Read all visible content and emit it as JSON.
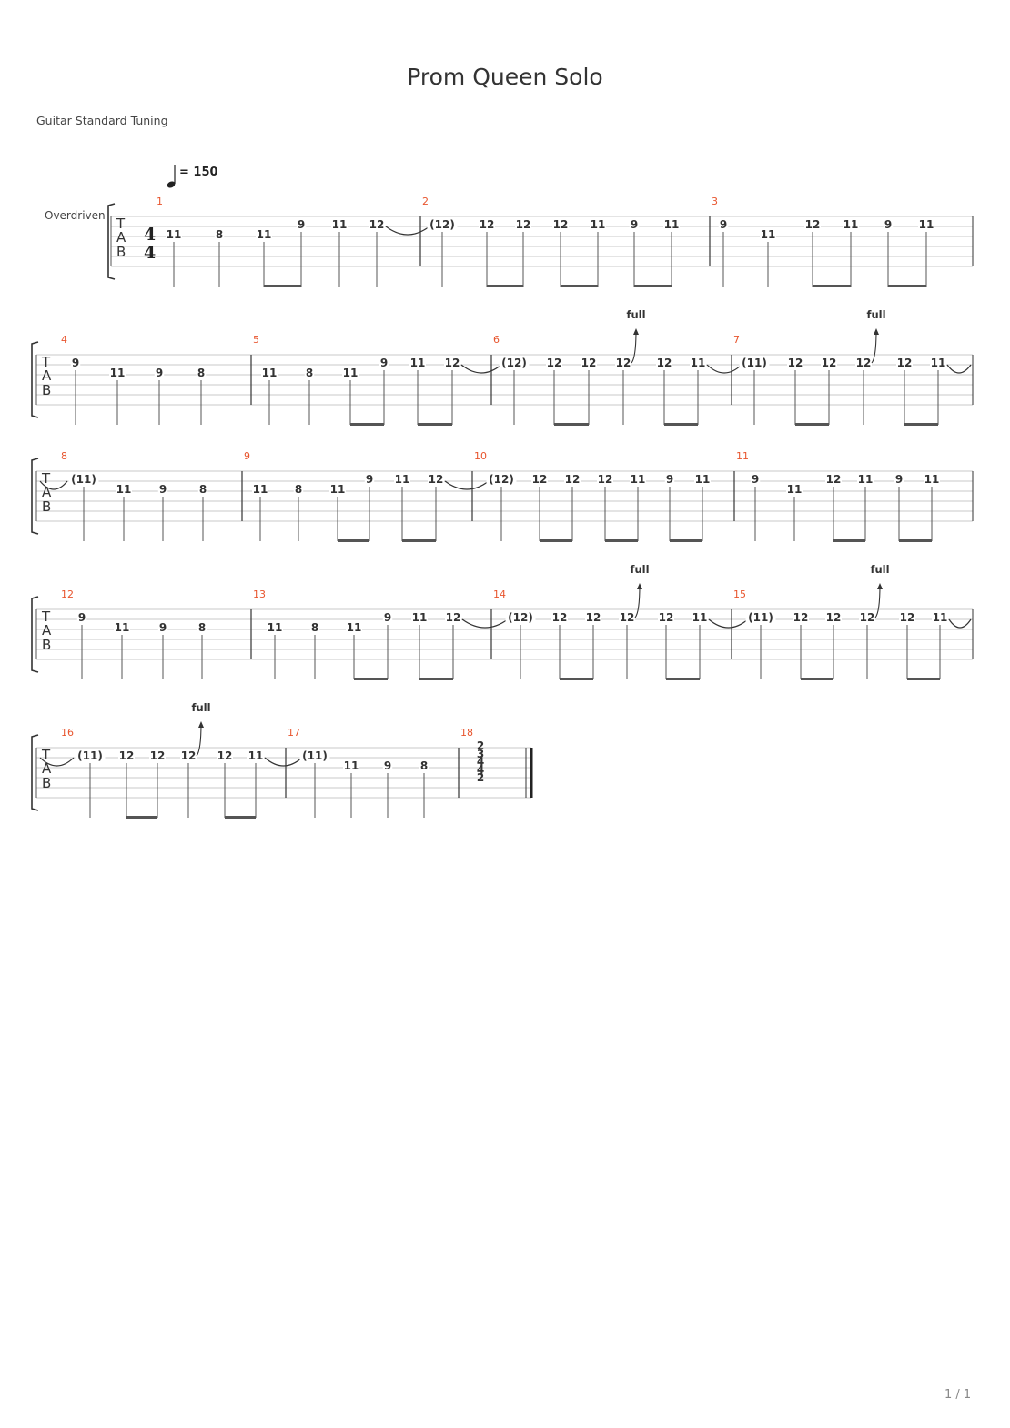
{
  "title": "Prom Queen Solo",
  "tuning": "Guitar Standard Tuning",
  "tempo_label": "= 150",
  "track_name": "Overdriven",
  "time_signature": [
    "4",
    "4"
  ],
  "tab_letters": [
    "T",
    "A",
    "B"
  ],
  "bend_label": "full",
  "page_indicator": "1 / 1",
  "accent_color": "#e8552e",
  "systems": [
    {
      "measures": [
        {
          "number": "1",
          "notes": [
            {
              "fret": "11",
              "string": 2
            },
            {
              "fret": "8",
              "string": 2
            },
            {
              "fret": "11",
              "string": 2
            },
            {
              "fret": "9",
              "string": 1
            },
            {
              "fret": "11",
              "string": 1
            },
            {
              "fret": "12",
              "string": 1,
              "tie": true
            }
          ]
        },
        {
          "number": "2",
          "notes": [
            {
              "fret": "(12)",
              "string": 1
            },
            {
              "fret": "12",
              "string": 1
            },
            {
              "fret": "12",
              "string": 1
            },
            {
              "fret": "12",
              "string": 1
            },
            {
              "fret": "11",
              "string": 1
            },
            {
              "fret": "9",
              "string": 1
            },
            {
              "fret": "11",
              "string": 1
            }
          ]
        },
        {
          "number": "3",
          "notes": [
            {
              "fret": "9",
              "string": 1
            },
            {
              "fret": "11",
              "string": 2
            },
            {
              "fret": "12",
              "string": 1
            },
            {
              "fret": "11",
              "string": 1
            },
            {
              "fret": "9",
              "string": 1
            },
            {
              "fret": "11",
              "string": 1
            }
          ]
        }
      ]
    },
    {
      "measures": [
        {
          "number": "4",
          "notes": [
            {
              "fret": "9",
              "string": 1
            },
            {
              "fret": "11",
              "string": 2
            },
            {
              "fret": "9",
              "string": 2
            },
            {
              "fret": "8",
              "string": 2
            }
          ]
        },
        {
          "number": "5",
          "notes": [
            {
              "fret": "11",
              "string": 2
            },
            {
              "fret": "8",
              "string": 2
            },
            {
              "fret": "11",
              "string": 2
            },
            {
              "fret": "9",
              "string": 1
            },
            {
              "fret": "11",
              "string": 1
            },
            {
              "fret": "12",
              "string": 1,
              "tie": true
            }
          ]
        },
        {
          "number": "6",
          "notes": [
            {
              "fret": "(12)",
              "string": 1
            },
            {
              "fret": "12",
              "string": 1
            },
            {
              "fret": "12",
              "string": 1
            },
            {
              "fret": "12",
              "string": 1,
              "bend": true
            },
            {
              "fret": "12",
              "string": 1
            },
            {
              "fret": "11",
              "string": 1,
              "tie": true
            }
          ]
        },
        {
          "number": "7",
          "notes": [
            {
              "fret": "(11)",
              "string": 1
            },
            {
              "fret": "12",
              "string": 1
            },
            {
              "fret": "12",
              "string": 1
            },
            {
              "fret": "12",
              "string": 1,
              "bend": true
            },
            {
              "fret": "12",
              "string": 1
            },
            {
              "fret": "11",
              "string": 1,
              "tie": true
            }
          ]
        }
      ]
    },
    {
      "measures": [
        {
          "number": "8",
          "notes": [
            {
              "fret": "(11)",
              "string": 1
            },
            {
              "fret": "11",
              "string": 2
            },
            {
              "fret": "9",
              "string": 2
            },
            {
              "fret": "8",
              "string": 2
            }
          ]
        },
        {
          "number": "9",
          "notes": [
            {
              "fret": "11",
              "string": 2
            },
            {
              "fret": "8",
              "string": 2
            },
            {
              "fret": "11",
              "string": 2
            },
            {
              "fret": "9",
              "string": 1
            },
            {
              "fret": "11",
              "string": 1
            },
            {
              "fret": "12",
              "string": 1,
              "tie": true
            }
          ]
        },
        {
          "number": "10",
          "notes": [
            {
              "fret": "(12)",
              "string": 1
            },
            {
              "fret": "12",
              "string": 1
            },
            {
              "fret": "12",
              "string": 1
            },
            {
              "fret": "12",
              "string": 1
            },
            {
              "fret": "11",
              "string": 1
            },
            {
              "fret": "9",
              "string": 1
            },
            {
              "fret": "11",
              "string": 1
            }
          ]
        },
        {
          "number": "11",
          "notes": [
            {
              "fret": "9",
              "string": 1
            },
            {
              "fret": "11",
              "string": 2
            },
            {
              "fret": "12",
              "string": 1
            },
            {
              "fret": "11",
              "string": 1
            },
            {
              "fret": "9",
              "string": 1
            },
            {
              "fret": "11",
              "string": 1
            }
          ]
        }
      ]
    },
    {
      "measures": [
        {
          "number": "12",
          "notes": [
            {
              "fret": "9",
              "string": 1
            },
            {
              "fret": "11",
              "string": 2
            },
            {
              "fret": "9",
              "string": 2
            },
            {
              "fret": "8",
              "string": 2
            }
          ]
        },
        {
          "number": "13",
          "notes": [
            {
              "fret": "11",
              "string": 2
            },
            {
              "fret": "8",
              "string": 2
            },
            {
              "fret": "11",
              "string": 2
            },
            {
              "fret": "9",
              "string": 1
            },
            {
              "fret": "11",
              "string": 1
            },
            {
              "fret": "12",
              "string": 1,
              "tie": true
            }
          ]
        },
        {
          "number": "14",
          "notes": [
            {
              "fret": "(12)",
              "string": 1
            },
            {
              "fret": "12",
              "string": 1
            },
            {
              "fret": "12",
              "string": 1
            },
            {
              "fret": "12",
              "string": 1,
              "bend": true
            },
            {
              "fret": "12",
              "string": 1
            },
            {
              "fret": "11",
              "string": 1,
              "tie": true
            }
          ]
        },
        {
          "number": "15",
          "notes": [
            {
              "fret": "(11)",
              "string": 1
            },
            {
              "fret": "12",
              "string": 1
            },
            {
              "fret": "12",
              "string": 1
            },
            {
              "fret": "12",
              "string": 1,
              "bend": true
            },
            {
              "fret": "12",
              "string": 1
            },
            {
              "fret": "11",
              "string": 1,
              "tie": true
            }
          ]
        }
      ]
    },
    {
      "measures": [
        {
          "number": "16",
          "notes": [
            {
              "fret": "(11)",
              "string": 1
            },
            {
              "fret": "12",
              "string": 1
            },
            {
              "fret": "12",
              "string": 1
            },
            {
              "fret": "12",
              "string": 1,
              "bend": true
            },
            {
              "fret": "12",
              "string": 1
            },
            {
              "fret": "11",
              "string": 1,
              "tie": true
            }
          ]
        },
        {
          "number": "17",
          "notes": [
            {
              "fret": "(11)",
              "string": 1
            },
            {
              "fret": "11",
              "string": 2
            },
            {
              "fret": "9",
              "string": 2
            },
            {
              "fret": "8",
              "string": 2
            }
          ]
        },
        {
          "number": "18",
          "chord": [
            "2",
            "3",
            "4",
            "4",
            "2"
          ],
          "final": true
        }
      ]
    }
  ]
}
